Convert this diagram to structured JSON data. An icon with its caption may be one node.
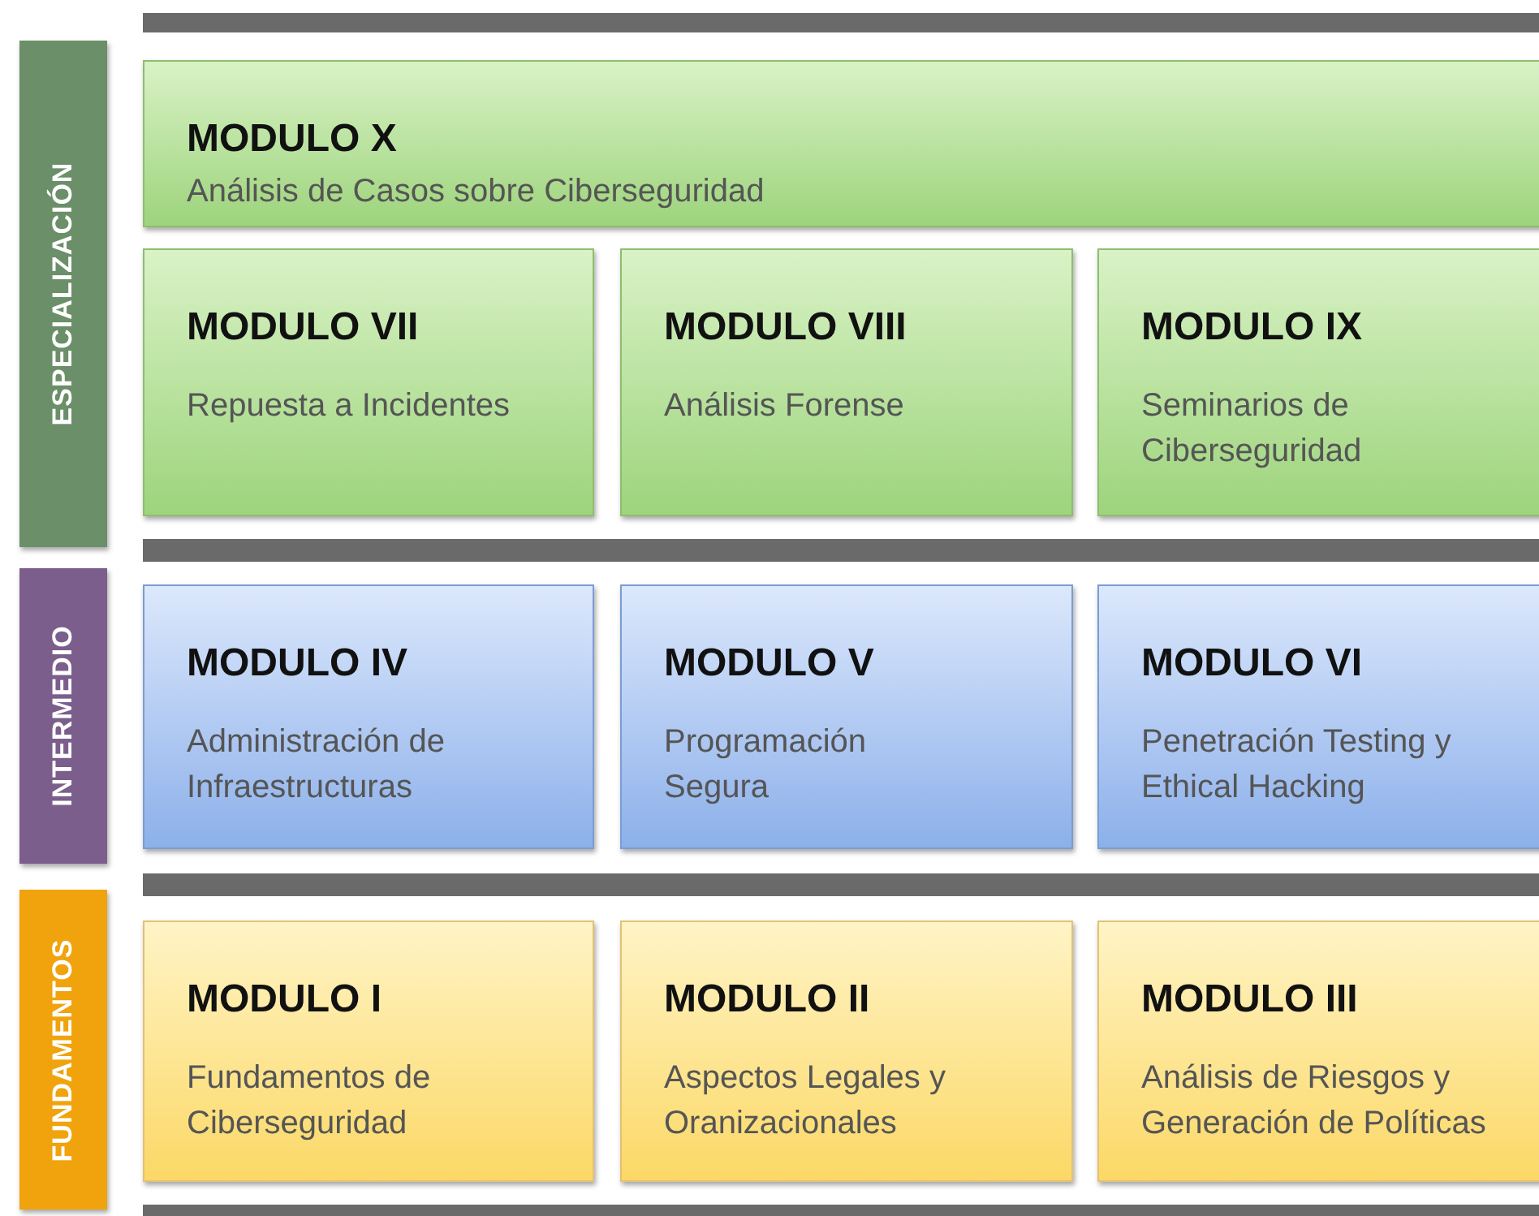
{
  "diagram": {
    "nodes": [
      {
        "text": [
          "ESPECIALIZACIÓN"
        ]
      },
      {
        "text": [
          "MODULO X",
          "Análisis de Casos sobre Ciberseguridad"
        ]
      },
      {
        "text": [
          "MODULO VII",
          "Repuesta a Incidentes"
        ]
      },
      {
        "text": [
          "MODULO VIII",
          "Análisis Forense"
        ]
      },
      {
        "text": [
          "MODULO IX",
          "Seminarios de Ciberseguridad"
        ]
      },
      {
        "text": [
          "INTERMEDIO"
        ]
      },
      {
        "text": [
          "MODULO IV",
          "Administración de Infraestructuras"
        ]
      },
      {
        "text": [
          "MODULO V",
          "Programación Segura"
        ]
      },
      {
        "text": [
          "MODULO VI",
          "Penetración Testing y Ethical Hacking"
        ]
      },
      {
        "text": [
          "FUNDAMENTOS"
        ]
      },
      {
        "text": [
          "MODULO I",
          "Fundamentos de Ciberseguridad"
        ]
      },
      {
        "text": [
          "MODULO II",
          "Aspectos Legales y Oranizacionales"
        ]
      },
      {
        "text": [
          "MODULO III",
          "Análisis de Riesgos y Generación de Políticas"
        ]
      },
      {
        "text": [],
        "shape": "bar"
      },
      {
        "text": [],
        "shape": "bar"
      },
      {
        "text": [],
        "shape": "bar"
      },
      {
        "text": [],
        "shape": "bar"
      }
    ]
  }
}
